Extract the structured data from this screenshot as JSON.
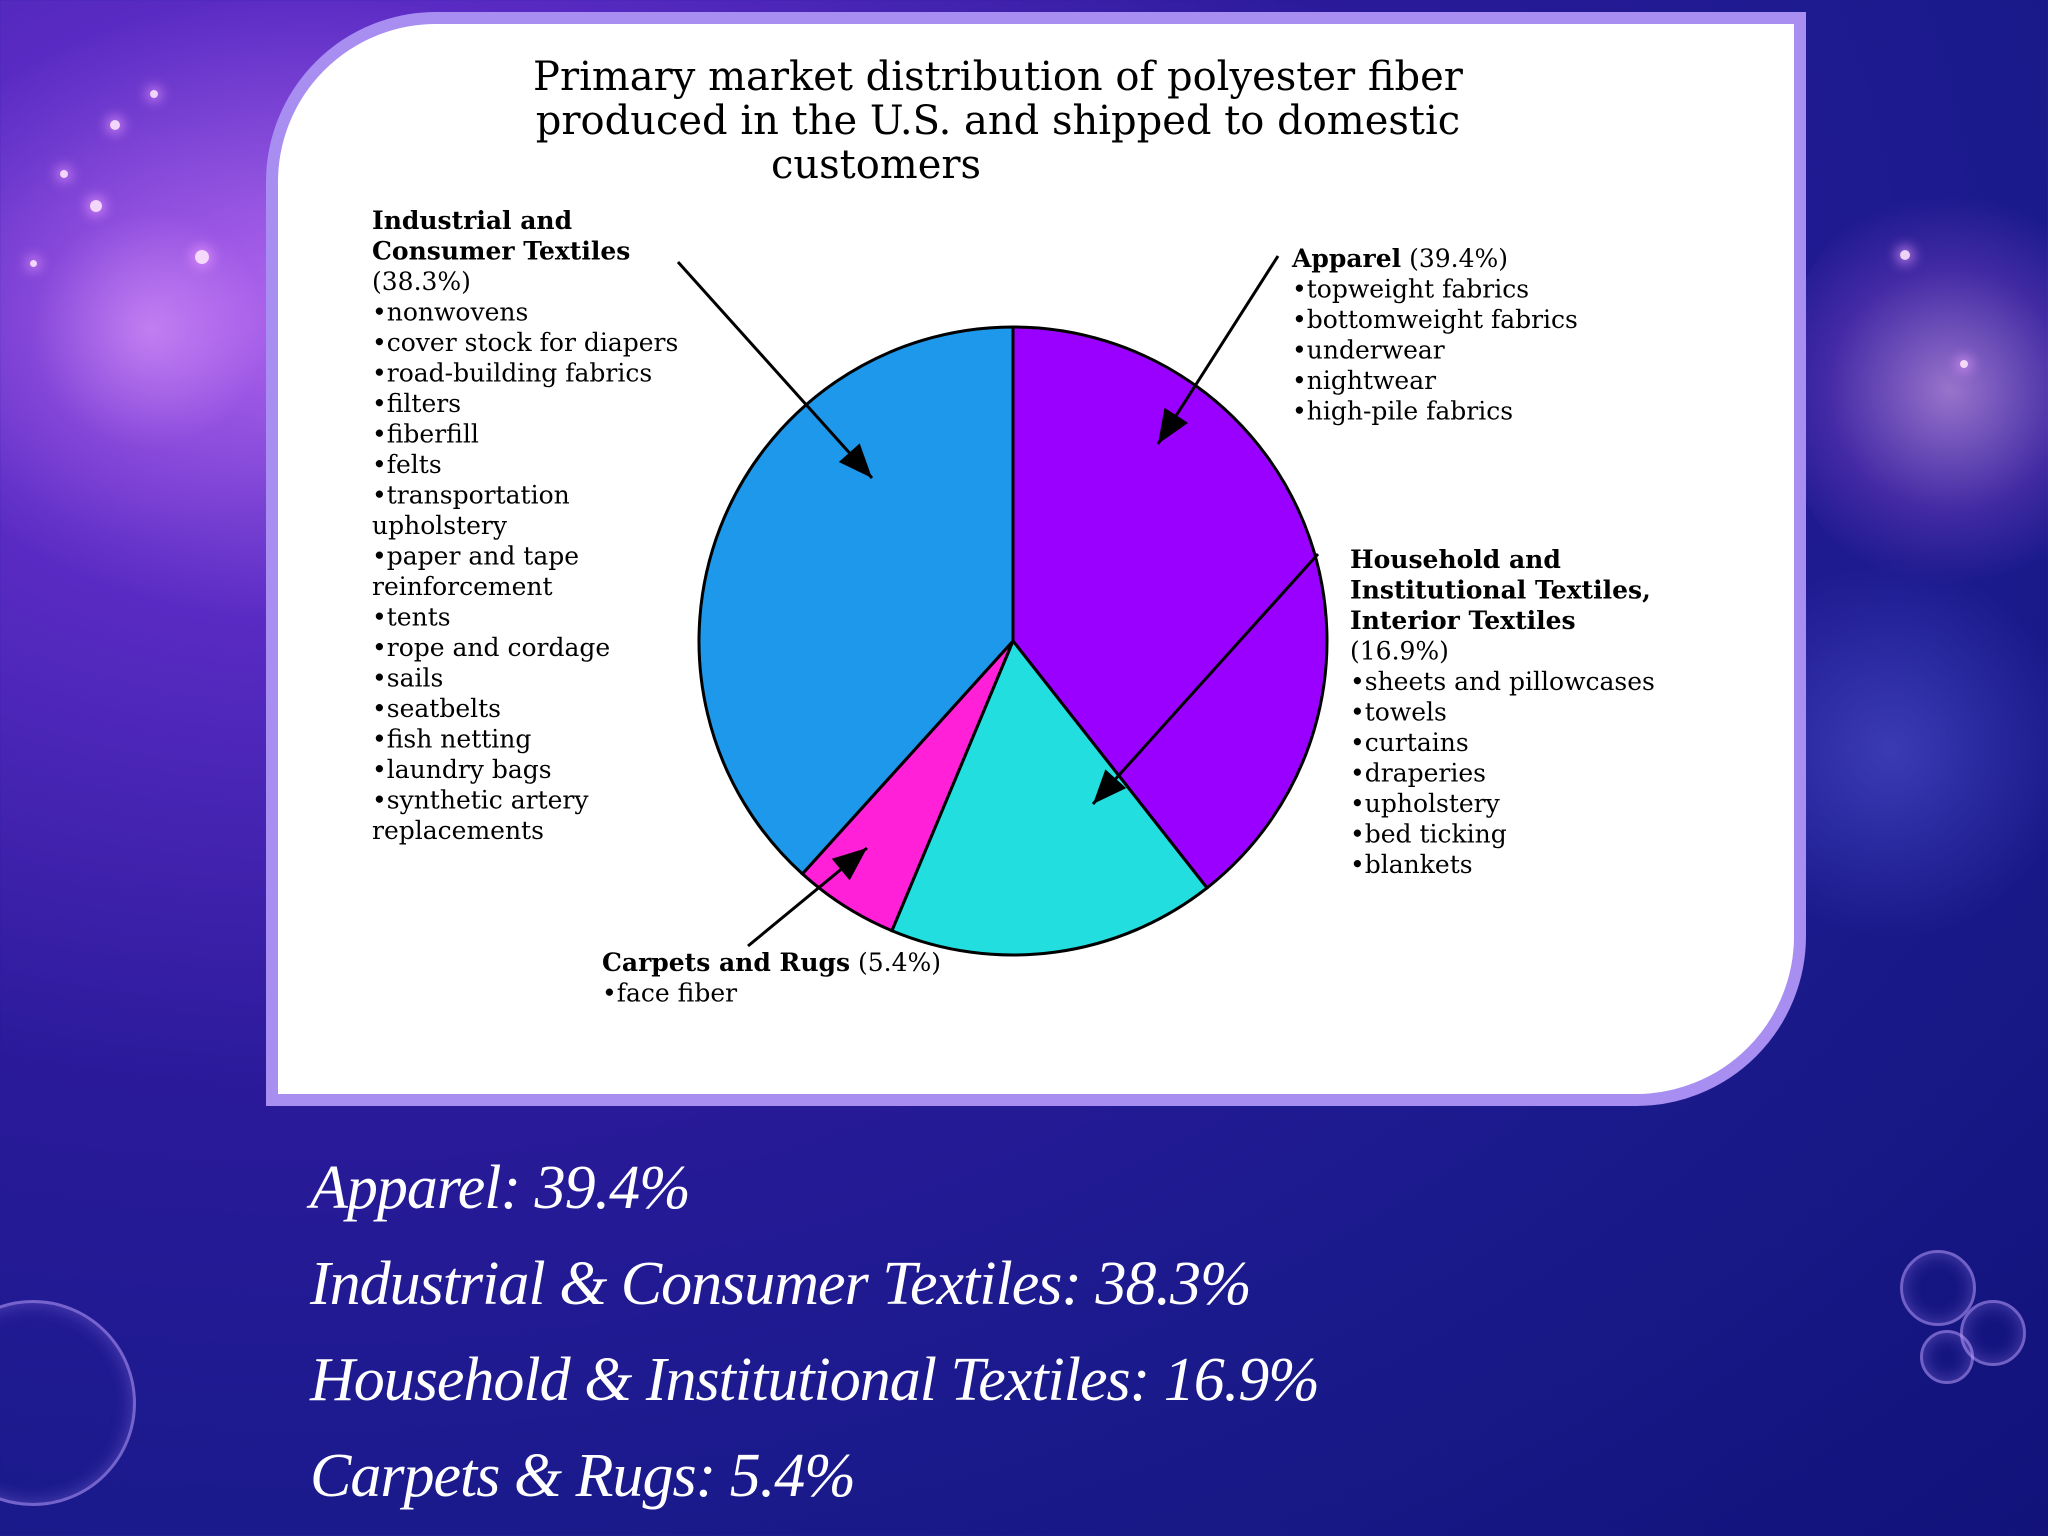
{
  "chart_data": {
    "type": "pie",
    "title": "Primary market distribution of polyester fiber produced in the U.S. and shipped to domestic customers",
    "title_lines": [
      "Primary market distribution of polyester fiber",
      "produced in the U.S. and shipped to domestic",
      "customers"
    ],
    "series": [
      {
        "name": "Apparel",
        "pct_label": "(39.4%)",
        "value": 39.4,
        "color": "#9a00ff",
        "items": [
          "•topweight fabrics",
          "•bottomweight fabrics",
          "•underwear",
          "•nightwear",
          "•high-pile fabrics"
        ]
      },
      {
        "name": "Household and Institutional Textiles, Interior Textiles",
        "name_lines": [
          "Household and",
          "Institutional Textiles,",
          "Interior Textiles"
        ],
        "pct_label": "(16.9%)",
        "value": 16.9,
        "color": "#22dede",
        "items": [
          "•sheets and pillowcases",
          "•towels",
          "•curtains",
          "•draperies",
          "•upholstery",
          "•bed ticking",
          "•blankets"
        ]
      },
      {
        "name": "Carpets and Rugs",
        "pct_label": "(5.4%)",
        "value": 5.4,
        "color": "#ff20d8",
        "items": [
          "•face fiber"
        ]
      },
      {
        "name": "Industrial and Consumer Textiles",
        "name_lines": [
          "Industrial and",
          "Consumer Textiles"
        ],
        "pct_label": "(38.3%)",
        "value": 38.3,
        "color": "#1e98ea",
        "items": [
          "•nonwovens",
          "•cover stock for diapers",
          "•road-building fabrics",
          "•filters",
          "•fiberfill",
          "•felts",
          "•transportation",
          "upholstery",
          "•paper and tape",
          "reinforcement",
          "•tents",
          "•rope and cordage",
          "•sails",
          "•seatbelts",
          "•fish netting",
          "•laundry bags",
          "•synthetic artery",
          "replacements"
        ]
      }
    ],
    "legend": "callouts around pie"
  },
  "summary": [
    "Apparel: 39.4%",
    "Industrial & Consumer Textiles: 38.3%",
    "Household & Institutional Textiles: 16.9%",
    "Carpets & Rugs: 5.4%"
  ]
}
